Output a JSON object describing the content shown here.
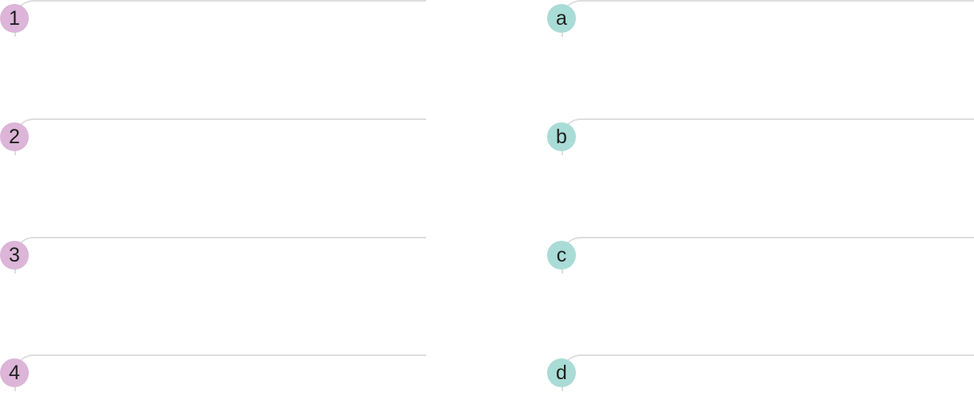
{
  "left_items": [
    {
      "marker": "1",
      "value": ""
    },
    {
      "marker": "2",
      "value": ""
    },
    {
      "marker": "3",
      "value": ""
    },
    {
      "marker": "4",
      "value": ""
    }
  ],
  "right_items": [
    {
      "marker": "a",
      "value": ""
    },
    {
      "marker": "b",
      "value": ""
    },
    {
      "marker": "c",
      "value": ""
    },
    {
      "marker": "d",
      "value": ""
    }
  ],
  "colors": {
    "left_badge": "#dcb5d8",
    "right_badge": "#a9dcd6",
    "field_border": "#dedede"
  }
}
